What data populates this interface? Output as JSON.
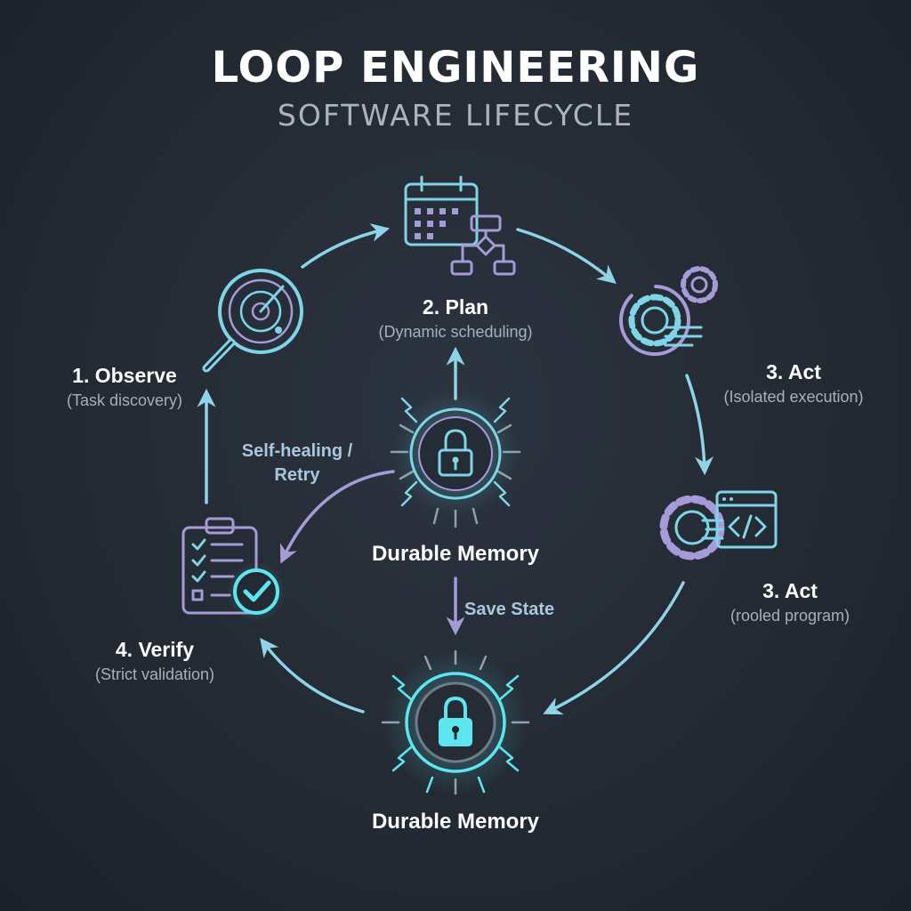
{
  "title": "LOOP ENGINEERING",
  "subtitle": "SOFTWARE LIFECYCLE",
  "colors": {
    "background": "#232a33",
    "cyan": "#7fd4e8",
    "cyan_glow": "#5de6f0",
    "purple": "#a79ad8",
    "text": "#ffffff",
    "muted": "#a6b0bb"
  },
  "nodes": {
    "plan": {
      "label": "2. Plan",
      "desc": "(Dynamic scheduling)",
      "icon": "calendar-flowchart-icon"
    },
    "act_execution": {
      "label": "3. Act",
      "desc": "(Isolated execution)",
      "icon": "gears-icon"
    },
    "act_program": {
      "label": "3. Act",
      "desc": "(rooled program)",
      "icon": "gear-code-window-icon"
    },
    "verify": {
      "label": "4. Verify",
      "desc": "(Strict validation)",
      "icon": "checklist-icon"
    },
    "observe": {
      "label": "1. Observe",
      "desc": "(Task discovery)",
      "icon": "radar-magnifier-icon"
    },
    "memory_center": {
      "label": "Durable Memory",
      "icon": "lock-icon"
    },
    "memory_bottom": {
      "label": "Durable Memory",
      "icon": "lock-icon"
    }
  },
  "edges": {
    "self_healing": {
      "label_line1": "Self-healing /",
      "label_line2": "Retry"
    },
    "save_state": {
      "label": "Save State"
    }
  }
}
